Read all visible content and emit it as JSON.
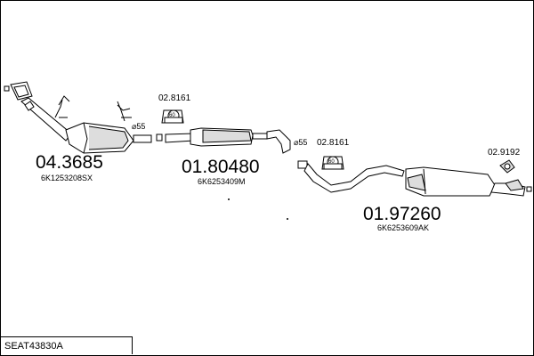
{
  "parts": {
    "catalytic_converter": {
      "number": "04.3685",
      "ref": "6K1253208SX"
    },
    "middle_silencer": {
      "number": "01.80480",
      "ref": "6K6253409M"
    },
    "rear_silencer": {
      "number": "01.97260",
      "ref": "6K6253609AK"
    }
  },
  "fittings": {
    "clamp_a": "02.8161",
    "clamp_b": "02.8161",
    "rubber_mount": "02.9192",
    "pipe_dia_a": "⌀55",
    "pipe_dia_b": "⌀55"
  },
  "footer": {
    "model_code": "SEAT43830A"
  },
  "badges": {
    "clamp_text": "60"
  }
}
